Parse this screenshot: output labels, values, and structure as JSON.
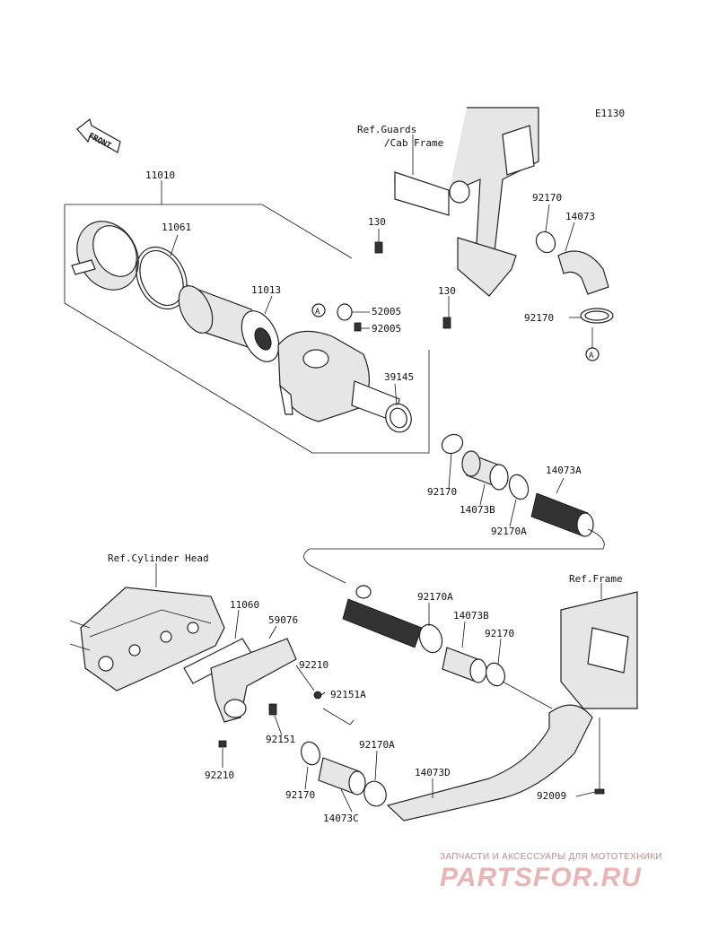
{
  "diagram_code": "E1130",
  "front_label": "FRONT",
  "refs": {
    "guards": "Ref.Guards",
    "cab_frame": "/Cab Frame",
    "cylinder_head": "Ref.Cylinder Head",
    "frame": "Ref.Frame"
  },
  "callout": "A",
  "parts": {
    "p11010": "11010",
    "p11061": "11061",
    "p11013": "11013",
    "p130a": "130",
    "p130b": "130",
    "p52005": "52005",
    "p92005": "92005",
    "p39145": "39145",
    "p92170_top": "92170",
    "p14073": "14073",
    "p92170_mid": "92170",
    "p92170_a1": "92170",
    "p14073B_1": "14073B",
    "p92170A_1": "92170A",
    "p14073A": "14073A",
    "p92170A_2": "92170A",
    "p14073B_2": "14073B",
    "p92170_b2": "92170",
    "p11060": "11060",
    "p59076": "59076",
    "p92210_a": "92210",
    "p92151A": "92151A",
    "p92151": "92151",
    "p92210_b": "92210",
    "p92170_c": "92170",
    "p92170A_3": "92170A",
    "p14073C": "14073C",
    "p14073D": "14073D",
    "p92009": "92009"
  },
  "watermark": {
    "tagline": "ЗАПЧАСТИ И АКСЕССУАРЫ ДЛЯ МОТОТЕХНИКИ",
    "logo": "PARTSFOR.RU"
  }
}
